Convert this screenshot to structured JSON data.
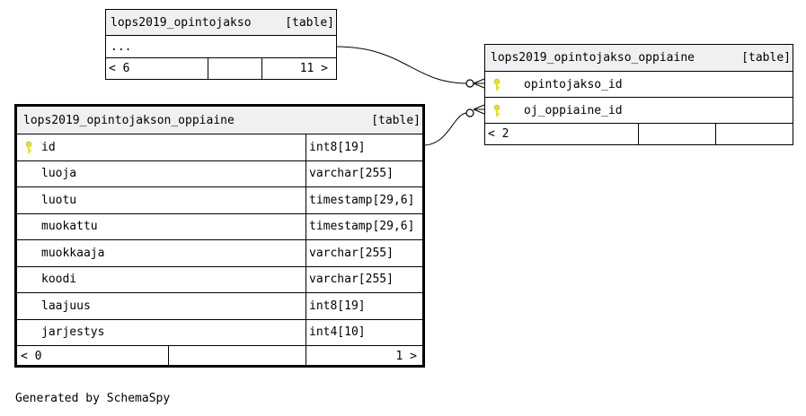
{
  "tables": {
    "opintojakso": {
      "name": "lops2019_opintojakso",
      "tag": "[table]",
      "body": "...",
      "footer_left": "< 6",
      "footer_right": "11 >"
    },
    "opintojakso_oppiaine": {
      "name": "lops2019_opintojakso_oppiaine",
      "tag": "[table]",
      "columns": [
        {
          "name": "opintojakso_id",
          "key": true
        },
        {
          "name": "oj_oppiaine_id",
          "key": true
        }
      ],
      "footer_left": "< 2"
    },
    "opintojakson_oppiaine": {
      "name": "lops2019_opintojakson_oppiaine",
      "tag": "[table]",
      "columns": [
        {
          "name": "id",
          "type": "int8[19]",
          "key": true
        },
        {
          "name": "luoja",
          "type": "varchar[255]"
        },
        {
          "name": "luotu",
          "type": "timestamp[29,6]"
        },
        {
          "name": "muokattu",
          "type": "timestamp[29,6]"
        },
        {
          "name": "muokkaaja",
          "type": "varchar[255]"
        },
        {
          "name": "koodi",
          "type": "varchar[255]"
        },
        {
          "name": "laajuus",
          "type": "int8[19]"
        },
        {
          "name": "jarjestys",
          "type": "int4[10]"
        }
      ],
      "footer_left": "< 0",
      "footer_right": "1 >"
    }
  },
  "footer_text": "Generated by SchemaSpy",
  "colors": {
    "key_icon": "#e6e600",
    "header_bg": "#f0f0f0",
    "border": "#000000"
  }
}
